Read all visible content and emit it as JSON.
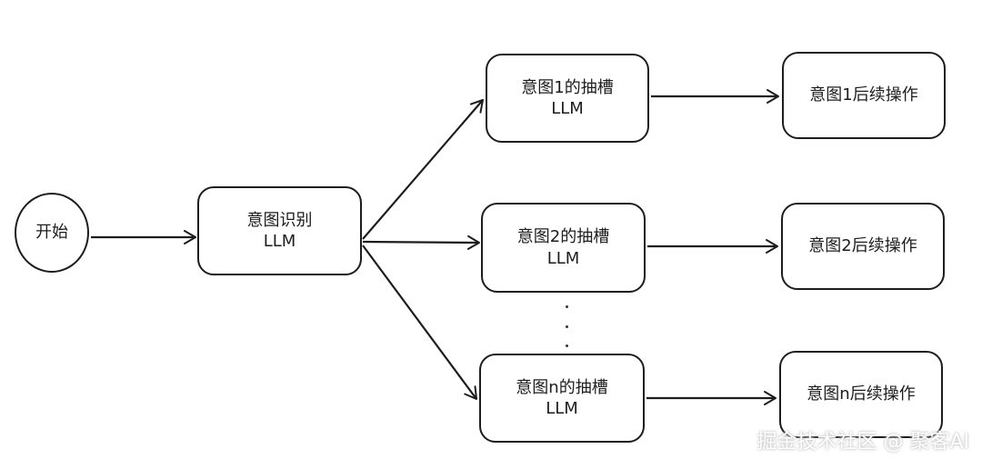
{
  "nodes": {
    "start": "开始",
    "intent": {
      "title": "意图识别",
      "subtitle": "LLM"
    },
    "slots": [
      {
        "title": "意图1的抽槽",
        "subtitle": "LLM"
      },
      {
        "title": "意图2的抽槽",
        "subtitle": "LLM"
      },
      {
        "title": "意图n的抽槽",
        "subtitle": "LLM"
      }
    ],
    "followups": [
      "意图1后续操作",
      "意图2后续操作",
      "意图n后续操作"
    ]
  },
  "ellipsis": ". . .",
  "watermark": "掘金技术社区 @ 聚客AI",
  "colors": {
    "stroke": "#1d1d1d",
    "background": "#ffffff",
    "watermark": "#ffffff"
  }
}
